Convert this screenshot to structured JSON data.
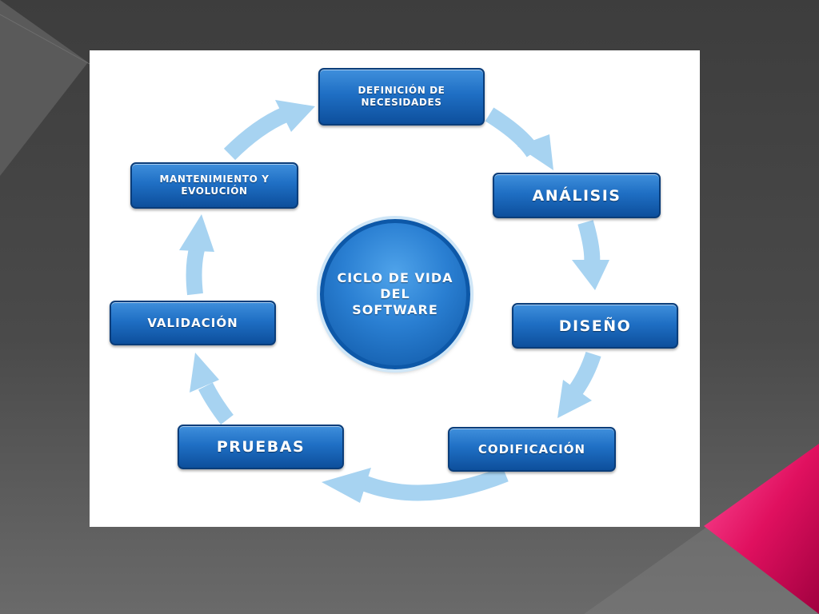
{
  "diagram": {
    "center_label": "CICLO DE VIDA DEL SOFTWARE",
    "stages": [
      "DEFINICIÓN DE NECESIDADES",
      "ANÁLISIS",
      "DISEÑO",
      "CODIFICACIÓN",
      "PRUEBAS",
      "VALIDACIÓN",
      "MANTENIMIENTO Y EVOLUCIÓN"
    ],
    "flow": "clockwise"
  },
  "colors": {
    "background": "#4a4a4a",
    "stage_fill": "#1f6fc4",
    "stage_border": "#0a3d7a",
    "arrow": "#a7d3f1",
    "accent_triangle": "#e0105f"
  }
}
